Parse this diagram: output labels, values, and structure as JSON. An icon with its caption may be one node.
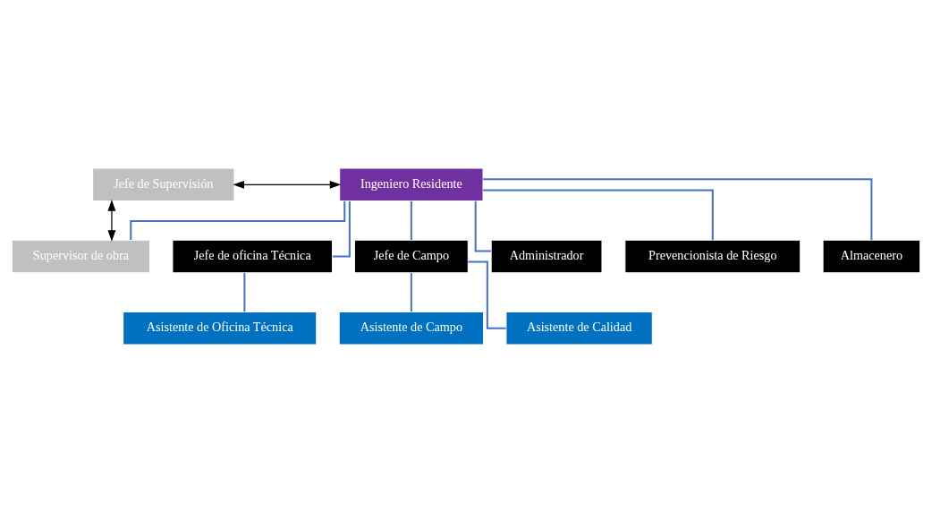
{
  "diagram": {
    "nodes": [
      {
        "text": [
          "Jefe de Supervisión"
        ]
      },
      {
        "text": [
          "Ingeniero Residente"
        ]
      },
      {
        "text": [
          "Supervisor de obra"
        ]
      },
      {
        "text": [
          "Jefe de oficina Técnica"
        ]
      },
      {
        "text": [
          "Jefe de Campo"
        ]
      },
      {
        "text": [
          "Administrador"
        ]
      },
      {
        "text": [
          "Prevencionista de Riesgo"
        ]
      },
      {
        "text": [
          "Almacenero"
        ]
      },
      {
        "text": [
          "Asistente de Oficina Técnica"
        ]
      },
      {
        "text": [
          "Asistente de Campo"
        ]
      },
      {
        "text": [
          "Asistente de Calidad"
        ]
      }
    ],
    "edges": [
      {
        "from": 0,
        "to": 1,
        "arrow": "both",
        "color": "#000000"
      },
      {
        "from": 0,
        "to": 2,
        "arrow": "both",
        "color": "#000000"
      },
      {
        "from": 1,
        "to": 2,
        "arrow": "none"
      },
      {
        "from": 1,
        "to": 3,
        "arrow": "none"
      },
      {
        "from": 1,
        "to": 4,
        "arrow": "none"
      },
      {
        "from": 1,
        "to": 5,
        "arrow": "none"
      },
      {
        "from": 1,
        "to": 6,
        "arrow": "none"
      },
      {
        "from": 1,
        "to": 7,
        "arrow": "none"
      },
      {
        "from": 3,
        "to": 8,
        "arrow": "none"
      },
      {
        "from": 4,
        "to": 9,
        "arrow": "none"
      },
      {
        "from": 4,
        "to": 10,
        "arrow": "none"
      }
    ]
  }
}
